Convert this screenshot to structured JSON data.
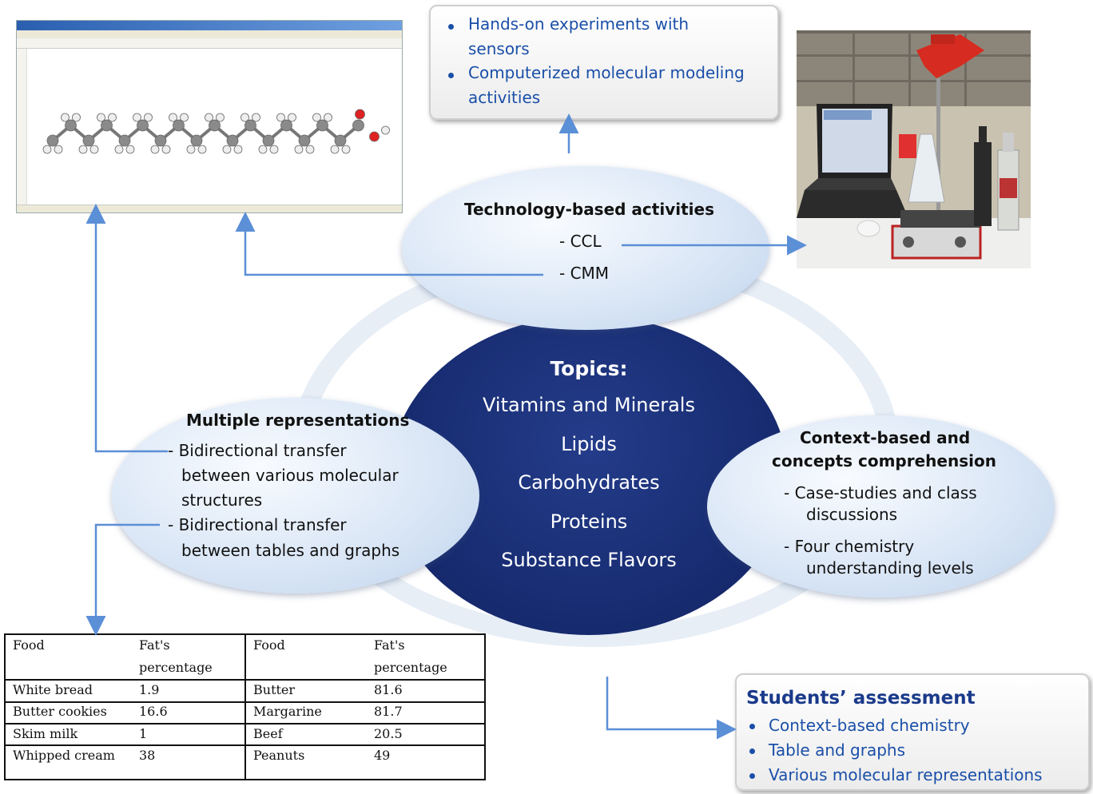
{
  "colors": {
    "arrow": "#5b8fd6",
    "center_fill": "#162a6e",
    "box_text": "#1a4fa8",
    "assess_title": "#1a3a8a"
  },
  "top_box": {
    "items": [
      {
        "line1": "Hands-on experiments with",
        "line2": "sensors"
      },
      {
        "line1": "Computerized molecular modeling",
        "line2": "activities"
      }
    ]
  },
  "tech": {
    "title": "Technology-based activities",
    "item1": "- CCL",
    "item2": "- CMM"
  },
  "center": {
    "title": "Topics:",
    "topics": [
      "Vitamins and Minerals",
      "Lipids",
      "Carbohydrates",
      "Proteins",
      "Substance Flavors"
    ]
  },
  "multi": {
    "title": "Multiple representations",
    "item1": {
      "line1": "- Bidirectional transfer",
      "line2": "between various molecular",
      "line3": "structures"
    },
    "item2": {
      "line1": "- Bidirectional transfer",
      "line2": "between tables and graphs"
    }
  },
  "context": {
    "title_line1": "Context-based and",
    "title_line2": "concepts comprehension",
    "item1": {
      "line1": "- Case-studies and class",
      "line2": "discussions"
    },
    "item2": {
      "line1": "- Four chemistry",
      "line2": "understanding levels"
    }
  },
  "assessment": {
    "title": "Students’ assessment",
    "items": [
      "Context-based chemistry",
      "Table and graphs",
      "Various molecular representations"
    ]
  },
  "fat_table": {
    "headers": [
      "Food",
      "Fat's",
      "percentage",
      "Food",
      "Fat's",
      "percentage"
    ],
    "rows": [
      [
        "White bread",
        "1.9",
        "Butter",
        "81.6"
      ],
      [
        "Butter cookies",
        "16.6",
        "Margarine",
        "81.7"
      ],
      [
        "Skim milk",
        "1",
        "Beef",
        "20.5"
      ],
      [
        "Whipped cream",
        "38",
        "Peanuts",
        "49"
      ]
    ]
  },
  "molecule_icon": "fatty-acid-ball-and-stick-model",
  "lab_photo_icon": "lab-sensor-setup-photo"
}
